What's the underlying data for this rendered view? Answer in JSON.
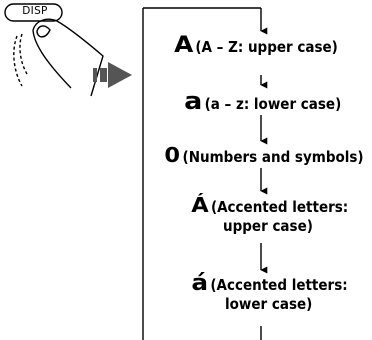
{
  "button": {
    "label": "DISP"
  },
  "steps": [
    {
      "glyph": "A",
      "label": "(A – Z: upper case)"
    },
    {
      "glyph": "a",
      "label": "(a – z: lower case)"
    },
    {
      "glyph": "0",
      "label": "(Numbers and symbols)"
    },
    {
      "glyph": "Á",
      "label_line1": "(Accented letters:",
      "label_line2": "upper case)"
    },
    {
      "glyph": "á",
      "label_line1": "(Accented letters:",
      "label_line2": "lower case)"
    }
  ]
}
